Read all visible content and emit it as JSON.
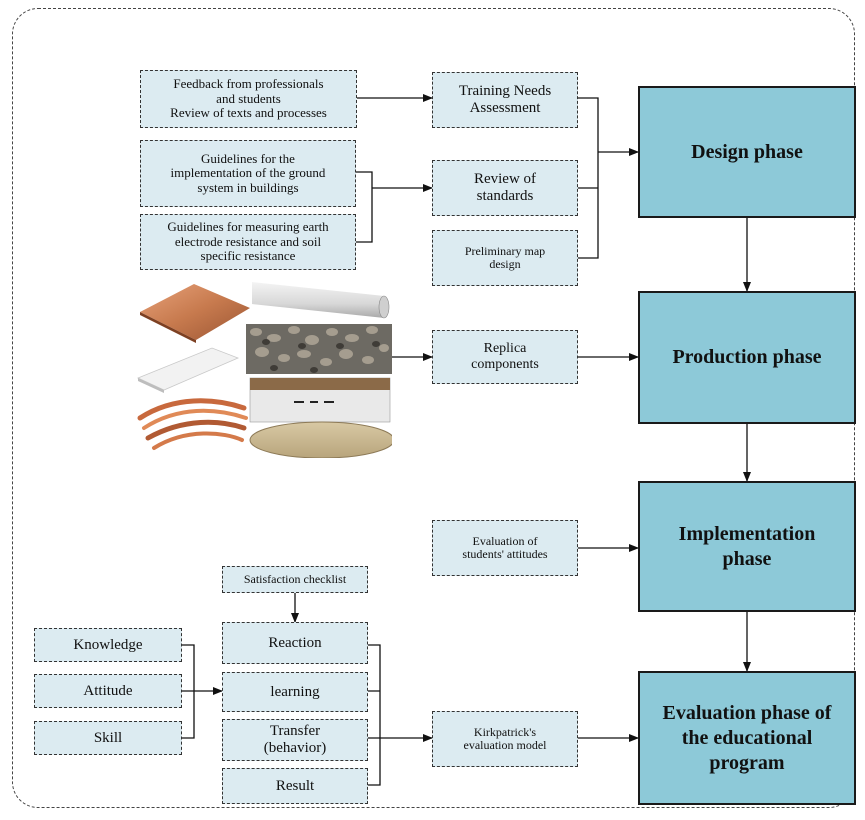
{
  "phases": {
    "design": "Design phase",
    "production": "Production phase",
    "implementation": "Implementation\nphase",
    "evaluation": "Evaluation phase of\nthe educational\nprogram"
  },
  "design_inputs": {
    "feedback": "Feedback from professionals\nand students\nReview of texts and processes",
    "guidelines_ground": "Guidelines for the\nimplementation of the ground\nsystem in buildings",
    "guidelines_earth": "Guidelines for measuring earth\nelectrode resistance and soil\nspecific resistance"
  },
  "design_steps": {
    "needs": "Training Needs\nAssessment",
    "standards": "Review of\nstandards",
    "map": "Preliminary map\ndesign"
  },
  "production_step": "Replica\ncomponents",
  "implementation_step": "Evaluation of\nstudents' attitudes",
  "evaluation": {
    "checklist": "Satisfaction checklist",
    "domains": [
      "Knowledge",
      "Attitude",
      "Skill"
    ],
    "levels": [
      "Reaction",
      "learning",
      "Transfer\n(behavior)",
      "Result"
    ],
    "model": "Kirkpatrick's\nevaluation model"
  },
  "photos": [
    "copper-plate-photo",
    "pipe-photo",
    "gravel-photo",
    "aluminium-plate-photo",
    "copper-wire-photo",
    "soil-bag-photo"
  ]
}
